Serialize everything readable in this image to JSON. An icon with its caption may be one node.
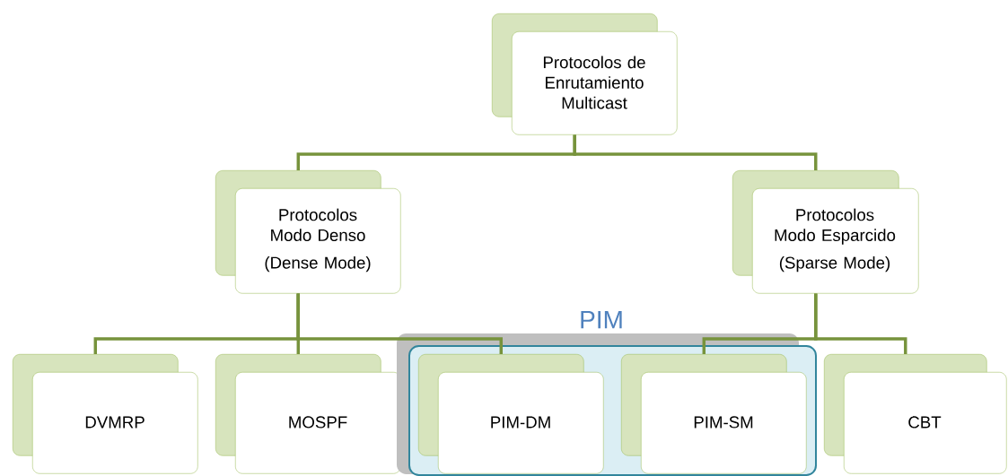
{
  "diagram": {
    "nodes": [
      {
        "text": [
          "Protocolos de Enrutamiento Multicast"
        ]
      },
      {
        "text": [
          "Protocolos Modo Denso",
          "(Dense Mode)"
        ]
      },
      {
        "text": [
          "Protocolos Modo Esparcido",
          "(Sparse Mode)"
        ]
      },
      {
        "text": [
          "DVMRP"
        ]
      },
      {
        "text": [
          "MOSPF"
        ]
      },
      {
        "text": [
          "PIM"
        ]
      },
      {
        "text": [
          "PIM-DM"
        ],
        "in": 5
      },
      {
        "text": [
          "PIM-SM"
        ],
        "in": 5
      },
      {
        "text": [
          "CBT"
        ]
      }
    ],
    "edges": [
      {
        "from": 0,
        "to": 1,
        "arrow": "none"
      },
      {
        "from": 0,
        "to": 2,
        "arrow": "none"
      },
      {
        "from": 1,
        "to": 3,
        "arrow": "none"
      },
      {
        "from": 1,
        "to": 4,
        "arrow": "none"
      },
      {
        "from": 1,
        "to": 6,
        "arrow": "none"
      },
      {
        "from": 2,
        "to": 7,
        "arrow": "none"
      },
      {
        "from": 2,
        "to": 8,
        "arrow": "none"
      }
    ]
  }
}
